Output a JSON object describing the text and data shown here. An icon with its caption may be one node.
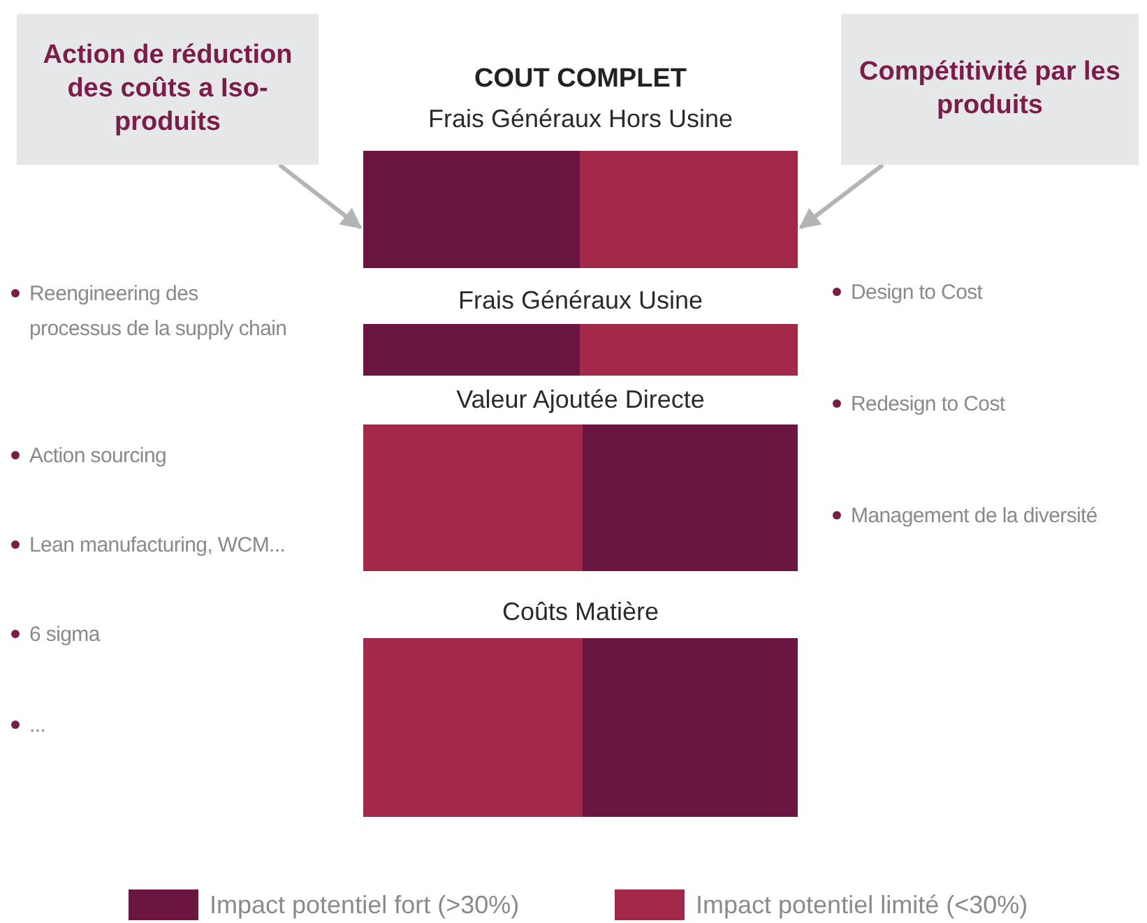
{
  "diagram": {
    "title": "COUT COMPLET",
    "nodes": [
      {
        "text": [
          "Action de réduction des coûts a Iso-produits"
        ]
      },
      {
        "text": [
          "Compétitivité par les produits"
        ]
      },
      {
        "text": [
          "Frais Généraux Hors Usine"
        ]
      },
      {
        "text": [
          "Frais Généraux Usine"
        ]
      },
      {
        "text": [
          "Valeur Ajoutée Directe"
        ]
      },
      {
        "text": [
          "Coûts Matière"
        ]
      }
    ],
    "edges": [
      {
        "from": 0,
        "to": 2,
        "arrow": "to"
      },
      {
        "from": 1,
        "to": 2,
        "arrow": "to"
      }
    ],
    "labels": [
      "Reengineering des processus de la supply chain",
      "Design to Cost",
      "Redesign to Cost",
      "Action sourcing",
      "Management de la diversité",
      "Lean manufacturing, WCM...",
      "6 sigma",
      "..."
    ],
    "legend": [
      {
        "text": "Impact potentiel fort (>30%)",
        "color": "#6b1640"
      },
      {
        "text": "Impact potentiel limité (<30%)",
        "color": "#a3294a"
      }
    ]
  }
}
